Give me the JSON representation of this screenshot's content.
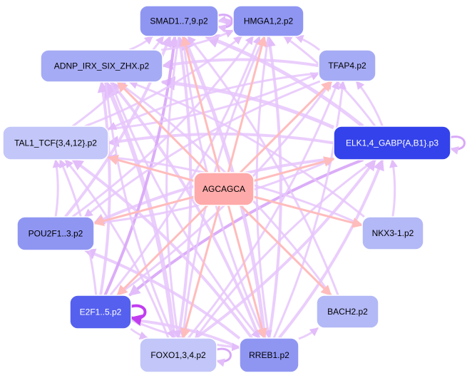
{
  "diagram": {
    "center": {
      "id": "center",
      "label": "AGCAGCA",
      "fill": "#ffaaaa",
      "text": "#000000"
    },
    "nodes": [
      {
        "id": "smad",
        "label": "SMAD1..7,9.p2",
        "fill": "#8f96f2",
        "text": "#000000"
      },
      {
        "id": "hmga",
        "label": "HMGA1,2.p2",
        "fill": "#8f96f2",
        "text": "#000000"
      },
      {
        "id": "adnp",
        "label": "ADNP_IRX_SIX_ZHX.p2",
        "fill": "#a6abf5",
        "text": "#000000"
      },
      {
        "id": "tfap4",
        "label": "TFAP4.p2",
        "fill": "#a6abf5",
        "text": "#000000"
      },
      {
        "id": "tal1",
        "label": "TAL1_TCF{3,4,12}.p2",
        "fill": "#c2c6f8",
        "text": "#000000"
      },
      {
        "id": "elk1",
        "label": "ELK1,4_GABP{A,B1}.p3",
        "fill": "#3342ea",
        "text": "#ffffff"
      },
      {
        "id": "pou2f1",
        "label": "POU2F1..3.p2",
        "fill": "#8f96f2",
        "text": "#000000"
      },
      {
        "id": "nkx3",
        "label": "NKX3-1.p2",
        "fill": "#b3b8f6",
        "text": "#000000"
      },
      {
        "id": "e2f1",
        "label": "E2F1..5.p2",
        "fill": "#5560ee",
        "text": "#ffffff"
      },
      {
        "id": "bach2",
        "label": "BACH2.p2",
        "fill": "#b3b8f6",
        "text": "#000000"
      },
      {
        "id": "foxo",
        "label": "FOXO1,3,4.p2",
        "fill": "#c2c6f8",
        "text": "#000000"
      },
      {
        "id": "rreb1",
        "label": "RREB1.p2",
        "fill": "#8f96f2",
        "text": "#000000"
      }
    ],
    "colors": {
      "center_edge": "#ffbcbc",
      "tf_edge": "#e6c6fb",
      "tf_edge_strong": "#d9a9f8",
      "self_loop_strong": "#c13ef0"
    },
    "center_edges": [
      "smad",
      "hmga",
      "adnp",
      "tfap4",
      "tal1",
      "elk1",
      "pou2f1",
      "nkx3",
      "e2f1",
      "bach2",
      "foxo",
      "rreb1"
    ],
    "edges": [
      {
        "from": "hmga",
        "to": "smad",
        "w": 3
      },
      {
        "from": "smad",
        "to": "hmga",
        "w": 3
      },
      {
        "from": "adnp",
        "to": "smad",
        "w": 3
      },
      {
        "from": "tfap4",
        "to": "hmga",
        "w": 3
      },
      {
        "from": "tfap4",
        "to": "adnp",
        "w": 4
      },
      {
        "from": "elk1",
        "to": "adnp",
        "w": 5
      },
      {
        "from": "elk1",
        "to": "smad",
        "w": 5
      },
      {
        "from": "elk1",
        "to": "hmga",
        "w": 3
      },
      {
        "from": "elk1",
        "to": "tal1",
        "w": 4
      },
      {
        "from": "elk1",
        "to": "pou2f1",
        "w": 4
      },
      {
        "from": "elk1",
        "to": "e2f1",
        "w": 4,
        "strong": true
      },
      {
        "from": "elk1",
        "to": "foxo",
        "w": 3
      },
      {
        "from": "elk1",
        "to": "tfap4",
        "w": 3
      },
      {
        "from": "nkx3",
        "to": "elk1",
        "w": 3
      },
      {
        "from": "rreb1",
        "to": "smad",
        "w": 5
      },
      {
        "from": "rreb1",
        "to": "hmga",
        "w": 4
      },
      {
        "from": "rreb1",
        "to": "adnp",
        "w": 4
      },
      {
        "from": "rreb1",
        "to": "tal1",
        "w": 4
      },
      {
        "from": "rreb1",
        "to": "pou2f1",
        "w": 4
      },
      {
        "from": "rreb1",
        "to": "e2f1",
        "w": 4
      },
      {
        "from": "rreb1",
        "to": "elk1",
        "w": 4
      },
      {
        "from": "rreb1",
        "to": "tfap4",
        "w": 3
      },
      {
        "from": "rreb1",
        "to": "bach2",
        "w": 3
      },
      {
        "from": "foxo",
        "to": "smad",
        "w": 4
      },
      {
        "from": "foxo",
        "to": "adnp",
        "w": 6
      },
      {
        "from": "foxo",
        "to": "tfap4",
        "w": 3
      },
      {
        "from": "foxo",
        "to": "elk1",
        "w": 4
      },
      {
        "from": "foxo",
        "to": "tal1",
        "w": 3
      },
      {
        "from": "e2f1",
        "to": "smad",
        "w": 4,
        "strong": true
      },
      {
        "from": "e2f1",
        "to": "adnp",
        "w": 4
      },
      {
        "from": "e2f1",
        "to": "tal1",
        "w": 3
      },
      {
        "from": "e2f1",
        "to": "tfap4",
        "w": 3
      },
      {
        "from": "e2f1",
        "to": "hmga",
        "w": 3
      },
      {
        "from": "e2f1",
        "to": "rreb1",
        "w": 3
      },
      {
        "from": "e2f1",
        "to": "foxo",
        "w": 3
      },
      {
        "from": "pou2f1",
        "to": "tal1",
        "w": 3
      },
      {
        "from": "pou2f1",
        "to": "smad",
        "w": 4
      },
      {
        "from": "pou2f1",
        "to": "hmga",
        "w": 3
      },
      {
        "from": "pou2f1",
        "to": "elk1",
        "w": 3
      },
      {
        "from": "tal1",
        "to": "hmga",
        "w": 3
      },
      {
        "from": "tal1",
        "to": "smad",
        "w": 3
      },
      {
        "from": "tal1",
        "to": "tfap4",
        "w": 3
      },
      {
        "from": "adnp",
        "to": "hmga",
        "w": 3
      },
      {
        "from": "adnp",
        "to": "rreb1",
        "w": 3
      },
      {
        "from": "adnp",
        "to": "foxo",
        "w": 3
      },
      {
        "from": "smad",
        "to": "rreb1",
        "w": 3
      },
      {
        "from": "smad",
        "to": "foxo",
        "w": 3
      },
      {
        "from": "hmga",
        "to": "foxo",
        "w": 3
      },
      {
        "from": "hmga",
        "to": "rreb1",
        "w": 3
      },
      {
        "from": "tfap4",
        "to": "pou2f1",
        "w": 3
      },
      {
        "from": "tfap4",
        "to": "tal1",
        "w": 3
      },
      {
        "from": "nkx3",
        "to": "adnp",
        "w": 3
      },
      {
        "from": "nkx3",
        "to": "tal1",
        "w": 3
      },
      {
        "from": "bach2",
        "to": "adnp",
        "w": 3
      },
      {
        "from": "bach2",
        "to": "smad",
        "w": 3
      }
    ],
    "self_loops": [
      {
        "node": "smad",
        "strong": false
      },
      {
        "node": "elk1",
        "strong": false
      },
      {
        "node": "e2f1",
        "strong": true
      },
      {
        "node": "foxo",
        "strong": false
      }
    ]
  }
}
